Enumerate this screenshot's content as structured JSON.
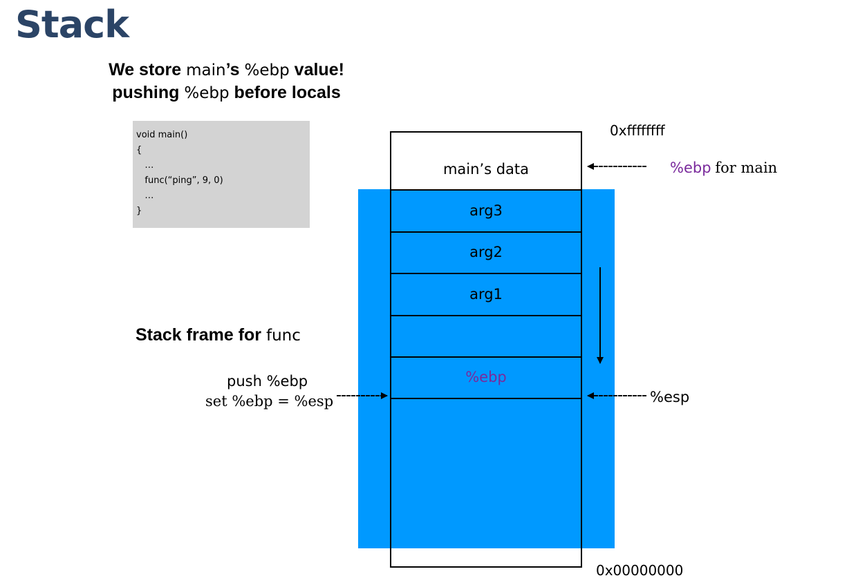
{
  "title": "Stack",
  "subtitle": {
    "line1": {
      "a": "We store",
      "b": "main",
      "c": "’s",
      "d": "%ebp",
      "e": "value!"
    },
    "line2": {
      "a": "pushing",
      "b": "%ebp",
      "c": "before locals"
    }
  },
  "code": {
    "lines": [
      "void main()",
      "{",
      "   …",
      "   func(“ping”, 9, 0)",
      "   …",
      "}"
    ]
  },
  "stack": {
    "cells": [
      "",
      "main’s data",
      "arg3",
      "arg2",
      "arg1",
      "",
      "%ebp",
      ""
    ]
  },
  "addresses": {
    "top": "0xffffffff",
    "bottom": "0x00000000"
  },
  "labels": {
    "ebp_main": {
      "reg": "%ebp",
      "rest": "for main"
    },
    "esp": "%esp",
    "push_line1": "push %ebp",
    "push_line2": "set %ebp = %esp",
    "frame": {
      "bold": "Stack frame for",
      "normal": "func"
    }
  },
  "colors": {
    "title": "#2b4466",
    "frame": "#0099ff",
    "register": "#7a2a9c",
    "code_bg": "#d3d3d3"
  }
}
